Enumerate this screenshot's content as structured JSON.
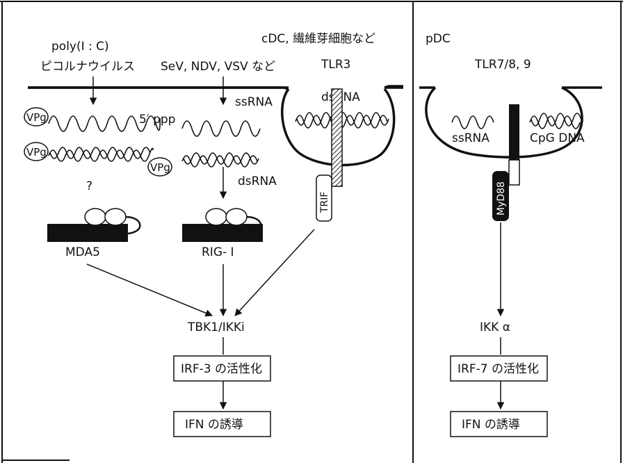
{
  "left_panel": {
    "cell_types": "cDC, 繊維芽細胞など",
    "poly_ic": "poly(I : C)",
    "picorna": "ピコルナウイルス",
    "viruses": "SeV, NDV, VSV など",
    "tlr3": "TLR3",
    "ssrna": "ssRNA",
    "five_ppp": "5′ ppp",
    "dsrna_top": "dsRNA",
    "dsrna_mid": "dsRNA",
    "vpg": "VPg",
    "question": "?",
    "trif": "TRIF",
    "mda5": "MDA5",
    "rigi": "RIG- I",
    "tbk1": "TBK1/IKKi",
    "irf3_box": "IRF-3 の活性化",
    "ifn_box": "IFN の誘導"
  },
  "right_panel": {
    "pdc": "pDC",
    "tlr789": "TLR7/8, 9",
    "ssrna": "ssRNA",
    "cpg": "CpG DNA",
    "myd88": "MyD88",
    "ikka": "IKK α",
    "irf7_box": "IRF-7 の活性化",
    "ifn_box": "IFN の誘導"
  }
}
